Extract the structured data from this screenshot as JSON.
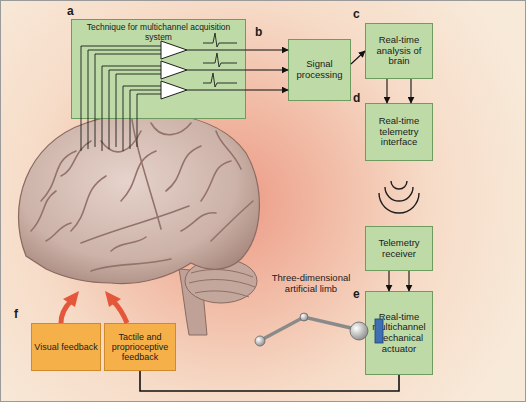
{
  "diagram": {
    "nodes": [
      {
        "text": [
          "Technique for multichannel acquisition system"
        ]
      },
      {
        "text": [
          "Signal processing"
        ]
      },
      {
        "text": [
          "Real-time analysis of brain"
        ]
      },
      {
        "text": [
          "Real-time telemetry interface"
        ]
      },
      {
        "text": [
          "Telemetry receiver"
        ]
      },
      {
        "text": [
          "Real-time multichannel mechanical actuator"
        ]
      },
      {
        "text": [
          "Visual feedback"
        ]
      },
      {
        "text": [
          "Tactile and proprioceptive feedback"
        ]
      }
    ],
    "edges": [
      {
        "from": 0,
        "to": 1,
        "arrow": "to"
      },
      {
        "from": 0,
        "to": 1,
        "arrow": "to"
      },
      {
        "from": 0,
        "to": 1,
        "arrow": "to"
      },
      {
        "from": 1,
        "to": 2,
        "arrow": "to"
      },
      {
        "from": 2,
        "to": 3,
        "arrow": "to"
      },
      {
        "from": 2,
        "to": 3,
        "arrow": "to"
      },
      {
        "from": 4,
        "to": 5,
        "arrow": "to"
      },
      {
        "from": 4,
        "to": 5,
        "arrow": "to"
      },
      {
        "from": 5,
        "to": 7,
        "arrow": "none"
      }
    ],
    "labels": [
      "a",
      "b",
      "c",
      "d",
      "e",
      "f",
      "Three-dimensional artificial limb"
    ]
  }
}
